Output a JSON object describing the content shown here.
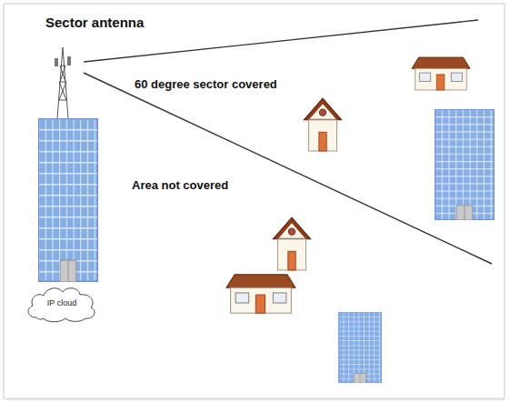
{
  "diagram": {
    "nodes": [
      {
        "text": [
          "IP cloud"
        ]
      }
    ],
    "labels": [
      "Sector antenna",
      "60 degree sector covered",
      "Area not covered"
    ]
  }
}
